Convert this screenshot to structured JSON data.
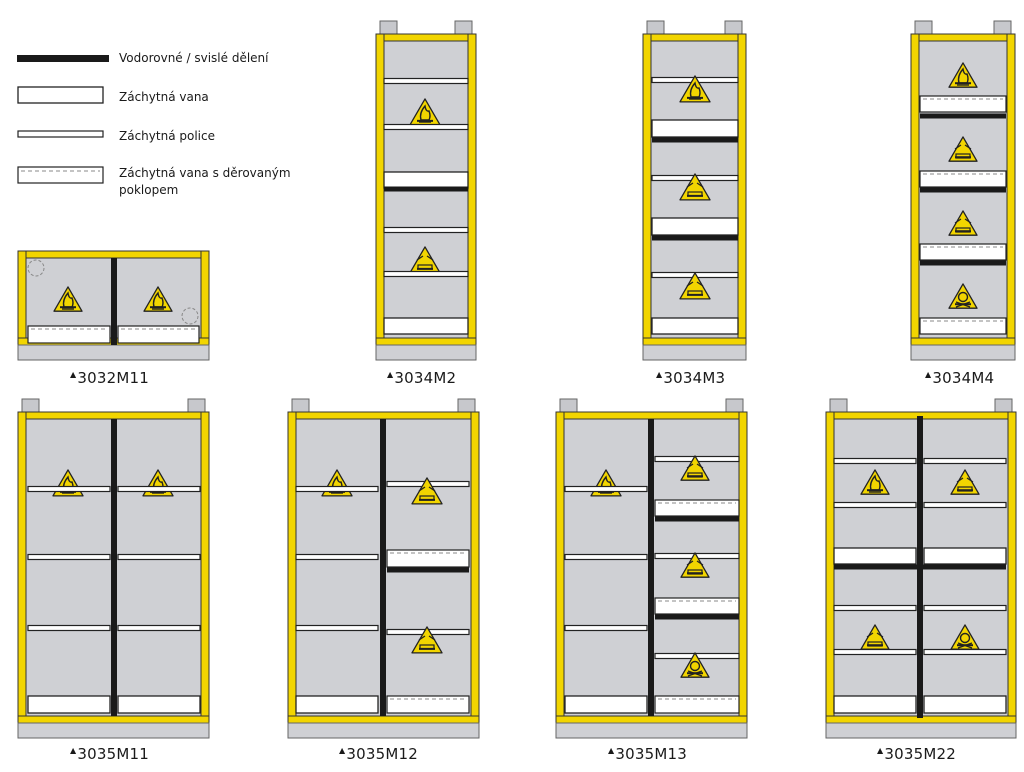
{
  "colors": {
    "frame": "#f2d500",
    "frame_stroke": "#1a1a1a",
    "interior": "#cfd0d4",
    "divider": "#1a1a1a",
    "plinth": "#cfd0d4",
    "vent": "#c7c8cc",
    "hazard": "#f2d500"
  },
  "legend": {
    "divider_label": "Vodorovné / svislé dělení",
    "tray_label": "Záchytná vana",
    "shelf_label": "Záchytná police",
    "perforated_label": "Záchytná vana s děrovaným poklopem"
  },
  "cabinets": [
    {
      "id": "c1",
      "label": "3032M11",
      "icon": "flame-icon, flame-icon"
    },
    {
      "id": "c2",
      "label": "3034M2",
      "icon": "flame-icon, corrosive-icon"
    },
    {
      "id": "c3",
      "label": "3034M3",
      "icon": "flame-icon, corrosive-icon, corrosive-icon"
    },
    {
      "id": "c4",
      "label": "3034M4",
      "icon": "flame-icon, corrosive-icon, corrosive-icon, toxic-icon"
    },
    {
      "id": "c5",
      "label": "3035M11",
      "icon": "flame-icon, flame-icon"
    },
    {
      "id": "c6",
      "label": "3035M12",
      "icon": "flame-icon, corrosive-icon, corrosive-icon"
    },
    {
      "id": "c7",
      "label": "3035M13",
      "icon": "flame-icon, corrosive-icon, corrosive-icon, toxic-icon"
    },
    {
      "id": "c8",
      "label": "3035M22",
      "icon": "flame-icon, corrosive-icon, corrosive-icon, toxic-icon"
    }
  ]
}
